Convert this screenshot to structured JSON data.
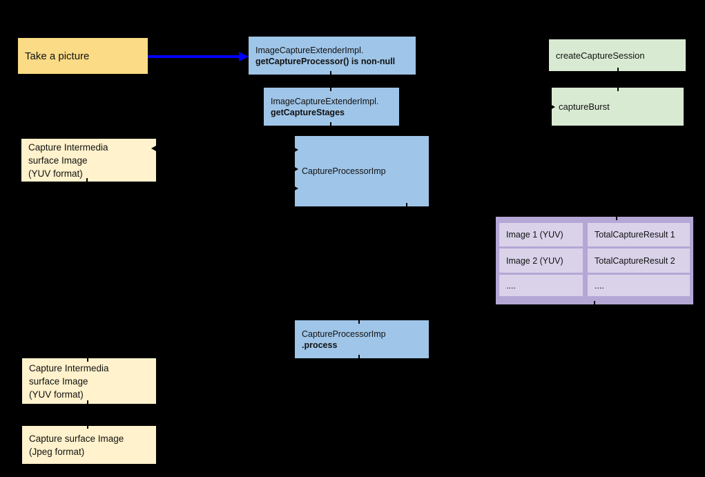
{
  "diagram": {
    "background": "#000000",
    "arrow_color": "#0000fe",
    "colors": {
      "yellow_node": "#fbdb86",
      "cream_node": "#fff2cc",
      "blue_node": "#9fc5e8",
      "green_node": "#d9ead3",
      "table_outer": "#b4a7d6",
      "table_cell": "#d9d2e9"
    },
    "nodes": {
      "take_picture": {
        "label": "Take a picture"
      },
      "get_capture_processor": {
        "line1": "ImageCaptureExtenderImpl.",
        "line2": "getCaptureProcessor() is non-null"
      },
      "get_capture_stages": {
        "line1": "ImageCaptureExtenderImpl.",
        "line2": "getCaptureStages"
      },
      "capture_processor_imp": {
        "label": "CaptureProcessorImp"
      },
      "create_capture_session": {
        "label": "createCaptureSession"
      },
      "capture_burst": {
        "label": "captureBurst"
      },
      "capture_processor_process": {
        "line1": "CaptureProcessorImp",
        "line2": ".process"
      },
      "capture_intermedia_top": {
        "line1": "Capture Intermedia",
        "line2": "surface Image",
        "line3": "(YUV format)"
      },
      "capture_intermedia_bottom": {
        "line1": "Capture Intermedia",
        "line2": "surface Image",
        "line3": "(YUV format)"
      },
      "capture_surface_jpeg": {
        "line1": "Capture surface Image",
        "line2": "(Jpeg format)"
      }
    },
    "result_table": {
      "rows": [
        {
          "left": "Image 1 (YUV)",
          "right": "TotalCaptureResult 1"
        },
        {
          "left": "Image 2 (YUV)",
          "right": "TotalCaptureResult 2"
        },
        {
          "left": "....",
          "right": "...."
        }
      ]
    }
  }
}
